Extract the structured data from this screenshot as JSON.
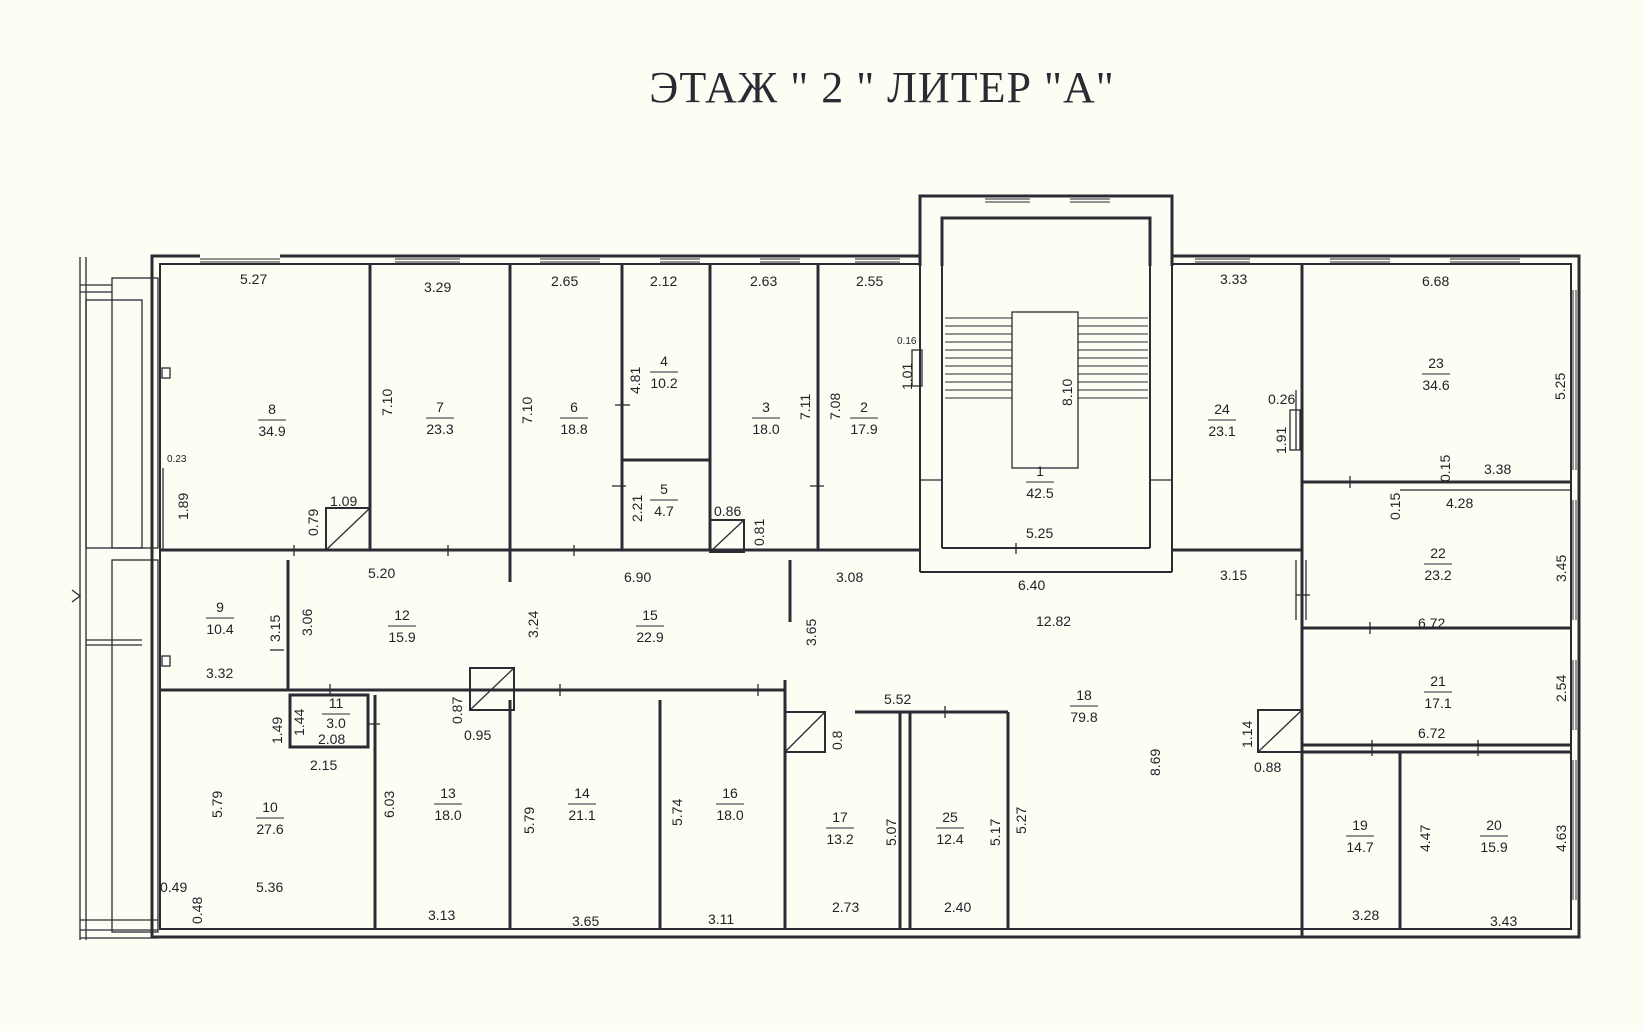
{
  "title": "ЭТАЖ \" 2 \"  ЛИТЕР \"А\"",
  "rooms": [
    {
      "id": "1",
      "num": "1",
      "area": "42.5"
    },
    {
      "id": "2",
      "num": "2",
      "area": "17.9"
    },
    {
      "id": "3",
      "num": "3",
      "area": "18.0"
    },
    {
      "id": "4",
      "num": "4",
      "area": "10.2"
    },
    {
      "id": "5",
      "num": "5",
      "area": "4.7"
    },
    {
      "id": "6",
      "num": "6",
      "area": "18.8"
    },
    {
      "id": "7",
      "num": "7",
      "area": "23.3"
    },
    {
      "id": "8",
      "num": "8",
      "area": "34.9"
    },
    {
      "id": "9",
      "num": "9",
      "area": "10.4"
    },
    {
      "id": "10",
      "num": "10",
      "area": "27.6"
    },
    {
      "id": "11",
      "num": "11",
      "area": "3.0"
    },
    {
      "id": "12",
      "num": "12",
      "area": "15.9"
    },
    {
      "id": "13",
      "num": "13",
      "area": "18.0"
    },
    {
      "id": "14",
      "num": "14",
      "area": "21.1"
    },
    {
      "id": "15",
      "num": "15",
      "area": "22.9"
    },
    {
      "id": "16",
      "num": "16",
      "area": "18.0"
    },
    {
      "id": "17",
      "num": "17",
      "area": "13.2"
    },
    {
      "id": "18",
      "num": "18",
      "area": "79.8"
    },
    {
      "id": "19",
      "num": "19",
      "area": "14.7"
    },
    {
      "id": "20",
      "num": "20",
      "area": "15.9"
    },
    {
      "id": "21",
      "num": "21",
      "area": "17.1"
    },
    {
      "id": "22",
      "num": "22",
      "area": "23.2"
    },
    {
      "id": "23",
      "num": "23",
      "area": "34.6"
    },
    {
      "id": "24",
      "num": "24",
      "area": "23.1"
    },
    {
      "id": "25",
      "num": "25",
      "area": "12.4"
    }
  ],
  "dimensions": {
    "d1": "5.27",
    "d2": "3.29",
    "d3": "2.65",
    "d4": "2.12",
    "d5": "2.63",
    "d6": "2.55",
    "d7": "3.33",
    "d8": "6.68",
    "d9": "0.16",
    "d10": "1.01",
    "d11": "8.10",
    "d12": "0.26",
    "d13": "1.91",
    "d14": "5.25",
    "d15": "4.81",
    "d16": "7.10",
    "d17": "7.10",
    "d18": "7.11",
    "d19": "7.08",
    "d20": "0.23",
    "d21": "1.89",
    "d22": "0.79",
    "d23": "1.09",
    "d24": "2.21",
    "d25": "0.86",
    "d26": "0.81",
    "d27": "5.25",
    "d28": "0.15",
    "d29": "3.38",
    "d30": "0.15",
    "d31": "4.28",
    "d32": "5.20",
    "d33": "6.90",
    "d34": "3.08",
    "d35": "6.40",
    "d36": "3.15",
    "d37": "3.45",
    "d38": "3.15",
    "d39": "3.06",
    "d40": "3.24",
    "d41": "3.65",
    "d42": "12.82",
    "d43": "6.72",
    "d44": "3.32",
    "d45": "1.49",
    "d46": "1.44",
    "d47": "2.08",
    "d48": "2.15",
    "d49": "0.87",
    "d50": "0.95",
    "d51": "5.52",
    "d52": "0.8",
    "d53": "1.14",
    "d54": "0.88",
    "d55": "2.54",
    "d56": "6.72",
    "d57": "5.79",
    "d58": "6.03",
    "d59": "5.79",
    "d60": "5.74",
    "d61": "5.07",
    "d62": "5.17",
    "d63": "5.27",
    "d64": "8.69",
    "d65": "4.47",
    "d66": "4.63",
    "d67": "0.49",
    "d68": "0.48",
    "d69": "5.36",
    "d70": "3.13",
    "d71": "3.65",
    "d72": "3.11",
    "d73": "2.73",
    "d74": "2.40",
    "d75": "3.28",
    "d76": "3.43"
  }
}
